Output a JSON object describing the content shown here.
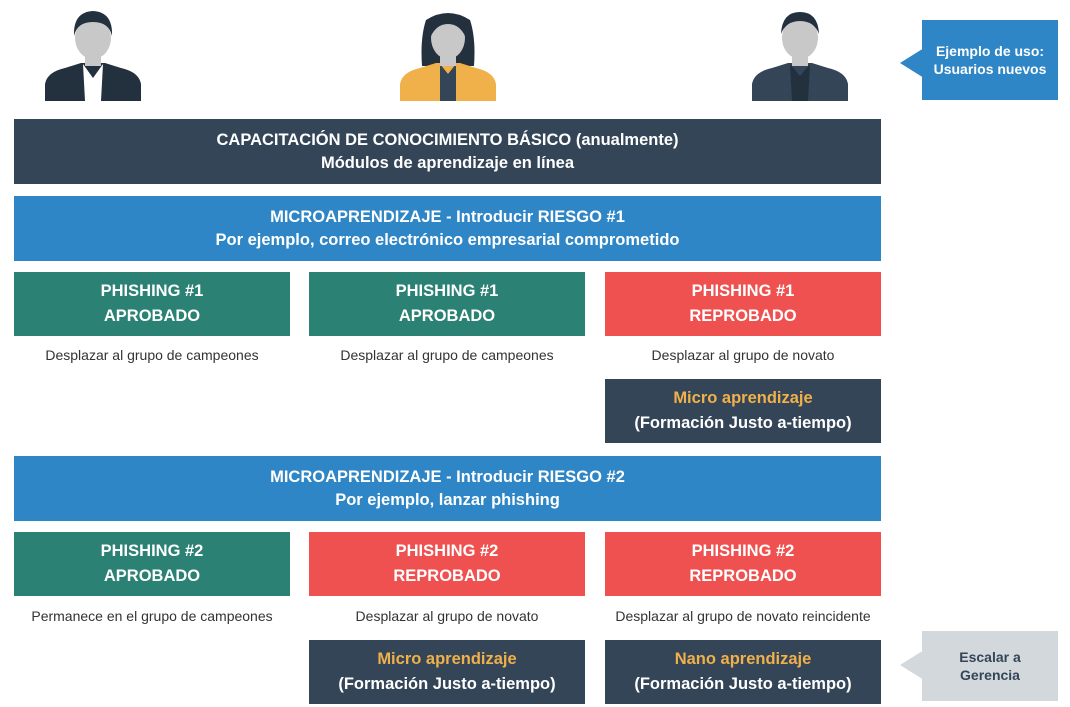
{
  "callouts": {
    "top": "Ejemplo de uso: Usuarios nuevos",
    "bottom": "Escalar a Gerencia"
  },
  "basic_training": {
    "line1": "CAPACITACIÓN DE CONOCIMIENTO BÁSICO (anualmente)",
    "line2": "Módulos de aprendizaje en línea"
  },
  "micro1": {
    "line1": "MICROAPRENDIZAJE - Introducir RIESGO #1",
    "line2": "Por ejemplo, correo electrónico empresarial comprometido"
  },
  "micro2": {
    "line1": "MICROAPRENDIZAJE - Introducir RIESGO #2",
    "line2": "Por ejemplo, lanzar phishing"
  },
  "phishing1": [
    {
      "title": "PHISHING #1",
      "result": "APROBADO",
      "caption": "Desplazar al grupo de campeones"
    },
    {
      "title": "PHISHING #1",
      "result": "APROBADO",
      "caption": "Desplazar al grupo de campeones"
    },
    {
      "title": "PHISHING #1",
      "result": "REPROBADO",
      "caption": "Desplazar al grupo de novato"
    }
  ],
  "phishing2": [
    {
      "title": "PHISHING #2",
      "result": "APROBADO",
      "caption": "Permanece en el grupo de campeones"
    },
    {
      "title": "PHISHING #2",
      "result": "REPROBADO",
      "caption": "Desplazar al grupo de novato"
    },
    {
      "title": "PHISHING #2",
      "result": "REPROBADO",
      "caption": "Desplazar al grupo de novato reincidente"
    }
  ],
  "training_boxes": {
    "micro_a": {
      "title": "Micro aprendizaje",
      "subtitle": "(Formación Justo a-tiempo)"
    },
    "micro_b": {
      "title": "Micro aprendizaje",
      "subtitle": "(Formación Justo a-tiempo)"
    },
    "nano": {
      "title": "Nano aprendizaje",
      "subtitle": "(Formación Justo a-tiempo)"
    }
  },
  "colors": {
    "dark": "#344558",
    "blue": "#2f86c6",
    "green": "#2b8174",
    "red": "#ef5150",
    "highlight": "#f0b04a",
    "gray": "#d3d8dc"
  },
  "icons": [
    "user-male-icon",
    "user-female-icon",
    "user-male-icon"
  ]
}
